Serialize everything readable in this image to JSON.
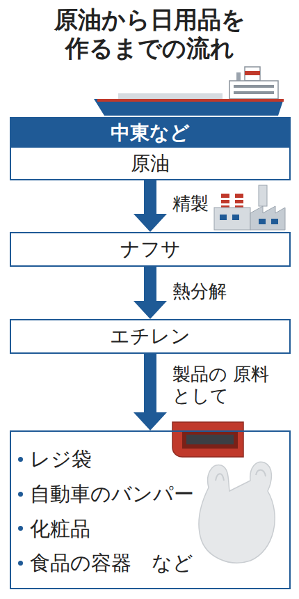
{
  "diagram": {
    "title": "原油から日用品を 作るまでの流れ",
    "nodes": [
      {
        "text": [
          "中東など",
          "原油"
        ]
      },
      {
        "text": [
          "ナフサ"
        ]
      },
      {
        "text": [
          "エチレン"
        ]
      },
      {
        "text": [
          "レジ袋",
          "自動車のバンパー",
          "化粧品",
          "食品の容器　など"
        ]
      }
    ],
    "edges": [
      {
        "from": 0,
        "to": 1,
        "arrow": "to",
        "label": "精製"
      },
      {
        "from": 1,
        "to": 2,
        "arrow": "to",
        "label": "熱分解"
      },
      {
        "from": 2,
        "to": 3,
        "arrow": "to",
        "label": "製品の 原料として"
      }
    ]
  }
}
